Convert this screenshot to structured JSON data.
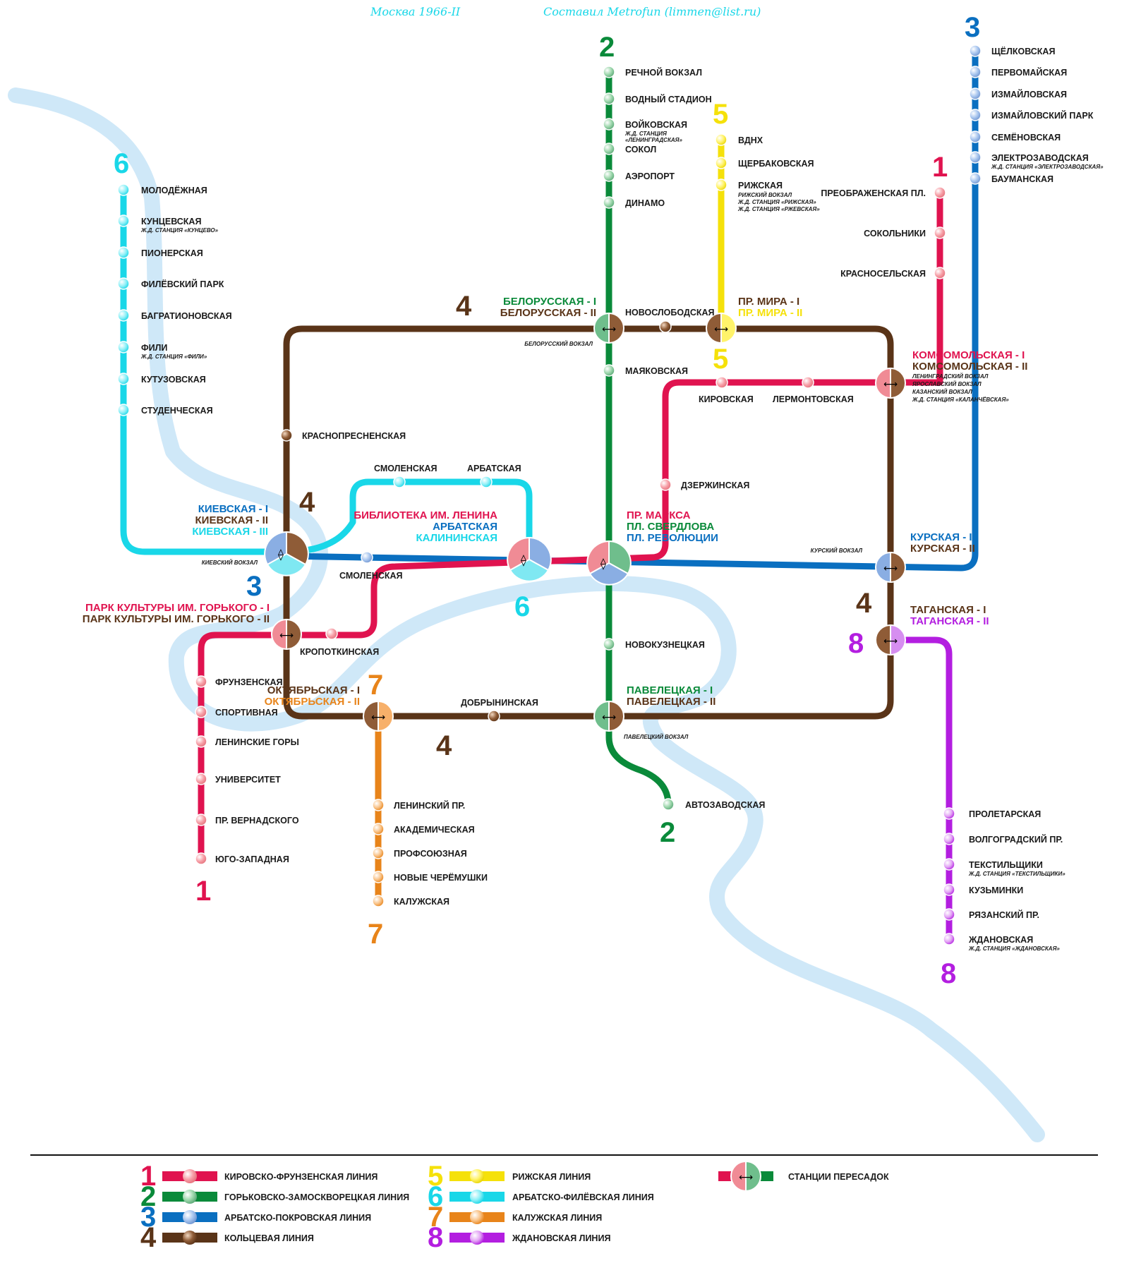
{
  "header": {
    "title": "Москва 1966-II",
    "author": "Составил Metrofun (limmen@list.ru)"
  },
  "colors": {
    "line1": "#e0134f",
    "line2": "#0a8a3a",
    "line3": "#0a6fc0",
    "line4": "#5a3418",
    "line5": "#f5e10a",
    "line6": "#19d7e8",
    "line7": "#e8841a",
    "line8": "#b31ee0",
    "river": "#cfe8f8"
  },
  "line_numbers": {
    "l2_top": "2",
    "l2_bottom": "2",
    "l3_top": "3",
    "l3_kiev": "3",
    "l5_top": "5",
    "l5_mid": "5",
    "l1_top": "1",
    "l1_bottom": "1",
    "l6_top": "6",
    "l6_bottom": "6",
    "l4_top": "4",
    "l4_left": "4",
    "l4_right": "4",
    "l4_bottom": "4",
    "l7_top": "7",
    "l7_bottom": "7",
    "l8_left": "8",
    "l8_bottom": "8"
  },
  "stations": {
    "rechnoy": "РЕЧНОЙ ВОКЗАЛ",
    "vodny": "ВОДНЫЙ СТАДИОН",
    "voykovskaya": "ВОЙКОВСКАЯ",
    "voykovskaya_sub1": "Ж.Д. СТАНЦИЯ",
    "voykovskaya_sub2": "«ЛЕНИНГРАДСКАЯ»",
    "sokol": "СОКОЛ",
    "aeroport": "АЭРОПОРТ",
    "dinamo": "ДИНАМО",
    "mayakovskaya": "МАЯКОВСКАЯ",
    "novokuznetskaya": "НОВОКУЗНЕЦКАЯ",
    "avtozavodskaya": "АВТОЗАВОДСКАЯ",
    "vdnh": "ВДНХ",
    "shcherbakovskaya": "ЩЕРБАКОВСКАЯ",
    "rizhskaya": "РИЖСКАЯ",
    "rizhskaya_sub1": "РИЖСКИЙ ВОКЗАЛ",
    "rizhskaya_sub2": "Ж.Д. СТАНЦИЯ «РИЖСКАЯ»",
    "rizhskaya_sub3": "Ж.Д. СТАНЦИЯ «РЖЕВСКАЯ»",
    "shchelkovskaya": "ЩЁЛКОВСКАЯ",
    "pervomayskaya": "ПЕРВОМАЙСКАЯ",
    "izmaylovskaya": "ИЗМАЙЛОВСКАЯ",
    "izm_park": "ИЗМАЙЛОВСКИЙ ПАРК",
    "semenovskaya": "СЕМЁНОВСКАЯ",
    "elektrozavodskaya": "ЭЛЕКТРОЗАВОДСКАЯ",
    "elektrozavodskaya_sub": "Ж.Д. СТАНЦИЯ «ЭЛЕКТРОЗАВОДСКАЯ»",
    "baumanskaya": "БАУМАНСКАЯ",
    "preobrazhenskaya": "ПРЕОБРАЖЕНСКАЯ ПЛ.",
    "sokolniki": "СОКОЛЬНИКИ",
    "krasnoselskaya": "КРАСНОСЕЛЬСКАЯ",
    "kirovskaya": "КИРОВСКАЯ",
    "lermontovskaya": "ЛЕРМОНТОВСКАЯ",
    "dzerzhinskaya": "ДЗЕРЖИНСКАЯ",
    "kropotkinskaya": "КРОПОТКИНСКАЯ",
    "frunzenskaya": "ФРУНЗЕНСКАЯ",
    "sportivnaya": "СПОРТИВНАЯ",
    "leninskie_gory": "ЛЕНИНСКИЕ ГОРЫ",
    "universitet": "УНИВЕРСИТЕТ",
    "pr_vernadskogo": "ПР. ВЕРНАДСКОГО",
    "yugo_zapadnaya": "ЮГО-ЗАПАДНАЯ",
    "molodezhnaya": "МОЛОДЁЖНАЯ",
    "kuntsevskaya": "КУНЦЕВСКАЯ",
    "kuntsevskaya_sub": "Ж.Д. СТАНЦИЯ «КУНЦЕВО»",
    "pionerskaya": "ПИОНЕРСКАЯ",
    "filevsky_park": "ФИЛЁВСКИЙ ПАРК",
    "bagrationovskaya": "БАГРАТИОНОВСКАЯ",
    "fili": "ФИЛИ",
    "fili_sub": "Ж.Д. СТАНЦИЯ «ФИЛИ»",
    "kutuzovskaya": "КУТУЗОВСКАЯ",
    "studencheskaya": "СТУДЕНЧЕСКАЯ",
    "smolenskaya6": "СМОЛЕНСКАЯ",
    "arbatskaya6": "АРБАТСКАЯ",
    "smolenskaya3": "СМОЛЕНСКАЯ",
    "krasnopresnenskaya": "КРАСНОПРЕСНЕНСКАЯ",
    "novoslobodskaya": "НОВОСЛОБОДСКАЯ",
    "dobryninskaya": "ДОБРЫНИНСКАЯ",
    "leninsky_pr": "ЛЕНИНСКИЙ ПР.",
    "akademicheskaya": "АКАДЕМИЧЕСКАЯ",
    "profsoyuznaya": "ПРОФСОЮЗНАЯ",
    "novye_cher": "НОВЫЕ ЧЕРЁМУШКИ",
    "kaluzhskaya": "КАЛУЖСКАЯ",
    "proletarskaya": "ПРОЛЕТАРСКАЯ",
    "volgogradsky": "ВОЛГОГРАДСКИЙ ПР.",
    "tekstilshchiki": "ТЕКСТИЛЬЩИКИ",
    "tekstilshchiki_sub": "Ж.Д. СТАНЦИЯ «ТЕКСТИЛЬЩИКИ»",
    "kuzminki": "КУЗЬМИНКИ",
    "ryazansky": "РЯЗАНСКИЙ ПР.",
    "zhdanovskaya": "ЖДАНОВСКАЯ",
    "zhdanovskaya_sub": "Ж.Д. СТАНЦИЯ «ЖДАНОВСКАЯ»"
  },
  "transfers": {
    "belorusskaya_1": "БЕЛОРУССКАЯ - I",
    "belorusskaya_2": "БЕЛОРУССКАЯ - II",
    "belorussky_vokzal": "БЕЛОРУССКИЙ ВОКЗАЛ",
    "pr_mira_1": "ПР. МИРА - I",
    "pr_mira_2": "ПР. МИРА - II",
    "komsomolskaya_1": "КОМСОМОЛЬСКАЯ - I",
    "komsomolskaya_2": "КОМСОМОЛЬСКАЯ - II",
    "komsomolskaya_sub1": "ЛЕНИНГРАДСКИЙ ВОКЗАЛ",
    "komsomolskaya_sub2": "ЯРОСЛАВСКИЙ ВОКЗАЛ",
    "komsomolskaya_sub3": "КАЗАНСКИЙ ВОКЗАЛ",
    "komsomolskaya_sub4": "Ж.Д. СТАНЦИЯ «КАЛАНЧЁВСКАЯ»",
    "kievskaya_1": "КИЕВСКАЯ - I",
    "kievskaya_2": "КИЕВСКАЯ - II",
    "kievskaya_3": "КИЕВСКАЯ - III",
    "kievsky_vokzal": "КИЕВСКИЙ ВОКЗАЛ",
    "biblioteka": "БИБЛИОТЕКА ИМ. ЛЕНИНА",
    "arbatskaya": "АРБАТСКАЯ",
    "kalininskaya": "КАЛИНИНСКАЯ",
    "pr_marksa": "ПР. МАРКСА",
    "pl_sverdlova": "ПЛ. СВЕРДЛОВА",
    "pl_revolyutsii": "ПЛ. РЕВОЛЮЦИИ",
    "kurskaya_1": "КУРСКАЯ - I",
    "kurskaya_2": "КУРСКАЯ - II",
    "kursky_vokzal": "КУРСКИЙ ВОКЗАЛ",
    "park_kultury_1": "ПАРК КУЛЬТУРЫ ИМ. ГОРЬКОГО - I",
    "park_kultury_2": "ПАРК КУЛЬТУРЫ ИМ. ГОРЬКОГО - II",
    "taganskaya_1": "ТАГАНСКАЯ - I",
    "taganskaya_2": "ТАГАНСКАЯ - II",
    "oktyabrskaya_1": "ОКТЯБРЬСКАЯ - I",
    "oktyabrskaya_2": "ОКТЯБРЬСКАЯ - II",
    "paveletskaya_1": "ПАВЕЛЕЦКАЯ - I",
    "paveletskaya_2": "ПАВЕЛЕЦКАЯ - II",
    "paveletsky_vokzal": "ПАВЕЛЕЦКИЙ ВОКЗАЛ"
  },
  "legend": {
    "l1_num": "1",
    "l1_name": "КИРОВСКО-ФРУНЗЕНСКАЯ ЛИНИЯ",
    "l2_num": "2",
    "l2_name": "ГОРЬКОВСКО-ЗАМОСКВОРЕЦКАЯ ЛИНИЯ",
    "l3_num": "3",
    "l3_name": "АРБАТСКО-ПОКРОВСКАЯ ЛИНИЯ",
    "l4_num": "4",
    "l4_name": "КОЛЬЦЕВАЯ ЛИНИЯ",
    "l5_num": "5",
    "l5_name": "РИЖСКАЯ ЛИНИЯ",
    "l6_num": "6",
    "l6_name": "АРБАТСКО-ФИЛЁВСКАЯ ЛИНИЯ",
    "l7_num": "7",
    "l7_name": "КАЛУЖСКАЯ ЛИНИЯ",
    "l8_num": "8",
    "l8_name": "ЖДАНОВСКАЯ ЛИНИЯ",
    "transfer_name": "СТАНЦИИ ПЕРЕСАДОК"
  }
}
